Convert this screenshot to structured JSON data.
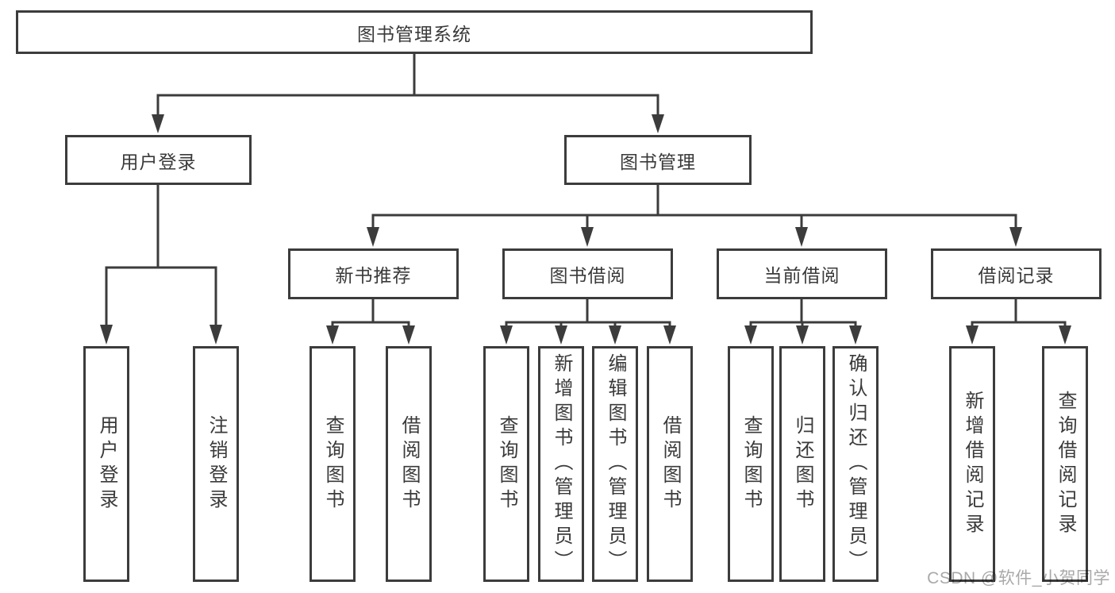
{
  "diagram_type": "tree",
  "title": "图书管理系统",
  "colors": {
    "line": "#3c3c3c",
    "text": "#3a3a3a",
    "background": "#ffffff",
    "watermark": "#a9a9a9"
  },
  "nodes": {
    "root": {
      "label": "图书管理系统",
      "level": 1
    },
    "user_login": {
      "label": "用户登录",
      "level": 2,
      "parent": "root"
    },
    "book_mgmt": {
      "label": "图书管理",
      "level": 2,
      "parent": "root"
    },
    "user_login_leaf": {
      "label": "用户登录",
      "level": 3,
      "parent": "user_login"
    },
    "logout_leaf": {
      "label": "注销登录",
      "level": 3,
      "parent": "user_login"
    },
    "new_book_rec": {
      "label": "新书推荐",
      "level": 3,
      "parent": "book_mgmt"
    },
    "book_borrow": {
      "label": "图书借阅",
      "level": 3,
      "parent": "book_mgmt"
    },
    "current_borrow": {
      "label": "当前借阅",
      "level": 3,
      "parent": "book_mgmt"
    },
    "borrow_record": {
      "label": "借阅记录",
      "level": 3,
      "parent": "book_mgmt"
    },
    "nbr_query_book": {
      "label": "查询图书",
      "level": 4,
      "parent": "new_book_rec"
    },
    "nbr_borrow_book": {
      "label": "借阅图书",
      "level": 4,
      "parent": "new_book_rec"
    },
    "bb_query_book": {
      "label": "查询图书",
      "level": 4,
      "parent": "book_borrow"
    },
    "bb_add_book": {
      "label": "新增图书（管理员）",
      "level": 4,
      "parent": "book_borrow"
    },
    "bb_edit_book": {
      "label": "编辑图书（管理员）",
      "level": 4,
      "parent": "book_borrow"
    },
    "bb_borrow_book": {
      "label": "借阅图书",
      "level": 4,
      "parent": "book_borrow"
    },
    "cb_query_book": {
      "label": "查询图书",
      "level": 4,
      "parent": "current_borrow"
    },
    "cb_return_book": {
      "label": "归还图书",
      "level": 4,
      "parent": "current_borrow"
    },
    "cb_confirm_return": {
      "label": "确认归还（管理员）",
      "level": 4,
      "parent": "current_borrow"
    },
    "br_add_record": {
      "label": "新增借阅记录",
      "level": 4,
      "parent": "borrow_record"
    },
    "br_query_record": {
      "label": "查询借阅记录",
      "level": 4,
      "parent": "borrow_record"
    }
  },
  "watermark": {
    "text": "CSDN @软件_小贺同学"
  }
}
